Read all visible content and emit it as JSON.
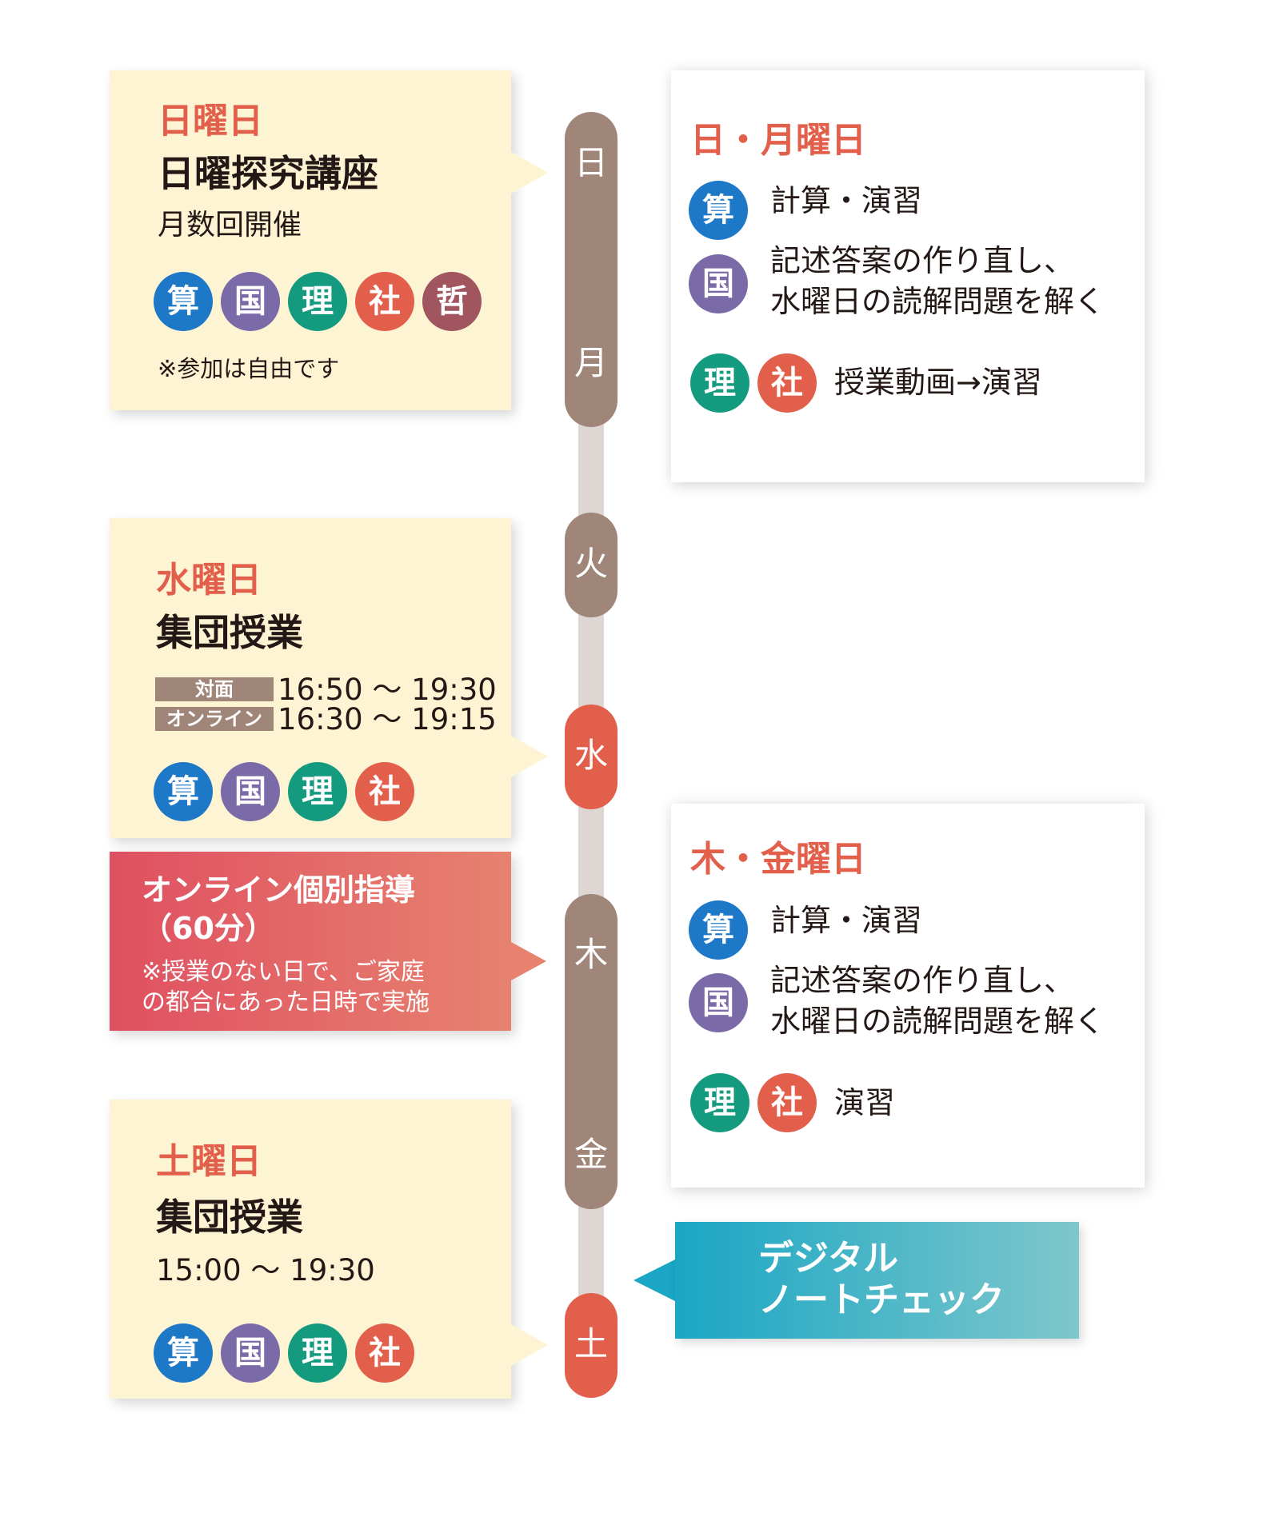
{
  "timeline": {
    "days": [
      "日",
      "月",
      "火",
      "水",
      "木",
      "金",
      "土"
    ]
  },
  "sunday": {
    "day": "日曜日",
    "title": "日曜探究講座",
    "frequency": "月数回開催",
    "subjects": [
      "算",
      "国",
      "理",
      "社",
      "哲"
    ],
    "note": "※参加は自由です"
  },
  "sun_mon": {
    "day": "日・月曜日",
    "rows": [
      {
        "subject": "算",
        "text": "計算・演習"
      },
      {
        "subject": "国",
        "text_line1": "記述答案の作り直し、",
        "text_line2": "水曜日の読解問題を解く"
      },
      {
        "subjects": [
          "理",
          "社"
        ],
        "text": "授業動画→演習"
      }
    ]
  },
  "wednesday": {
    "day": "水曜日",
    "title": "集団授業",
    "schedule": [
      {
        "tag": "対面",
        "time": "16:50 〜 19:30"
      },
      {
        "tag": "オンライン",
        "time": "16:30 〜 19:15"
      }
    ],
    "subjects": [
      "算",
      "国",
      "理",
      "社"
    ]
  },
  "online_guidance": {
    "title_line1": "オンライン個別指導",
    "title_line2": "（60分）",
    "note_line1": "※授業のない日で、ご家庭",
    "note_line2": "の都合にあった日時で実施"
  },
  "thu_fri": {
    "day": "木・金曜日",
    "rows": [
      {
        "subject": "算",
        "text": "計算・演習"
      },
      {
        "subject": "国",
        "text_line1": "記述答案の作り直し、",
        "text_line2": "水曜日の読解問題を解く"
      },
      {
        "subjects": [
          "理",
          "社"
        ],
        "text": "演習"
      }
    ]
  },
  "saturday": {
    "day": "土曜日",
    "title": "集団授業",
    "time": "15:00 〜 19:30",
    "subjects": [
      "算",
      "国",
      "理",
      "社"
    ]
  },
  "digital": {
    "line1": "デジタル",
    "line2": "ノートチェック"
  },
  "colors": {
    "math": "#1e78c8",
    "japanese": "#7b6aa8",
    "science": "#149b7f",
    "social": "#e2604b",
    "philosophy": "#a0555f",
    "accent_red": "#e2604b",
    "timeline_brown": "#a08679",
    "cream": "#fdf4d3"
  }
}
